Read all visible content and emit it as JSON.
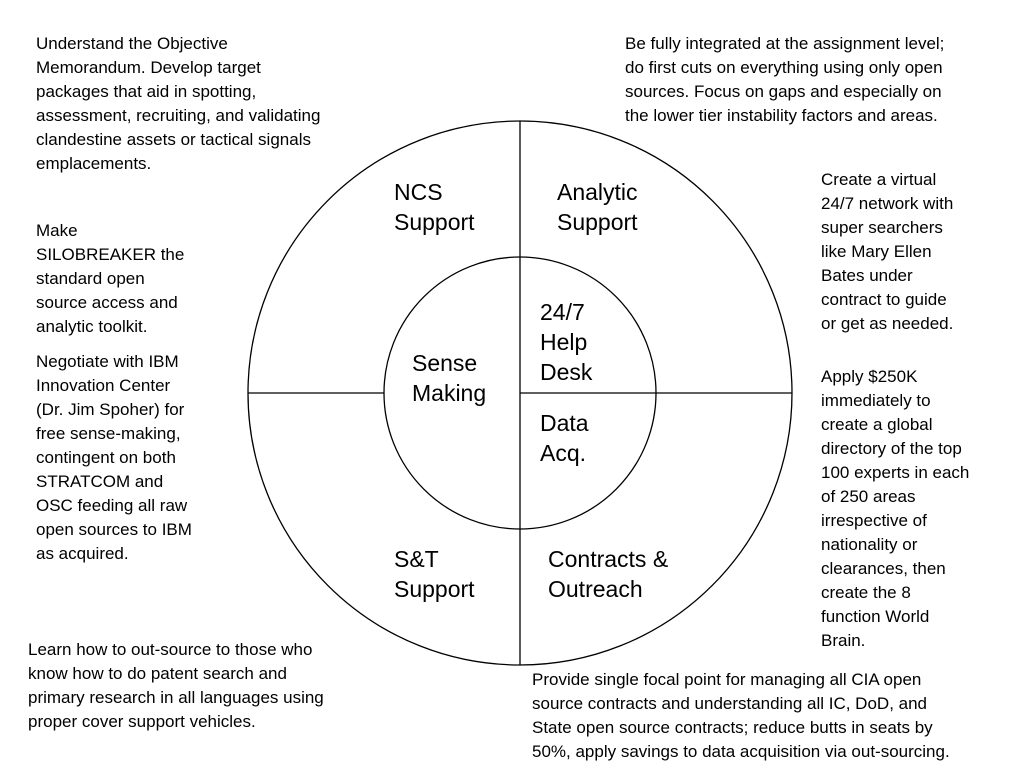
{
  "colors": {
    "background": "#ffffff",
    "text": "#000000",
    "line": "#000000"
  },
  "segments": {
    "ncs_support": "NCS\nSupport",
    "analytic_support": "Analytic\nSupport",
    "st_support": "S&T\nSupport",
    "contracts_outreach": "Contracts &\nOutreach",
    "sense_making": "Sense\nMaking",
    "help_desk": "24/7\nHelp\nDesk",
    "data_acq": "Data\nAcq."
  },
  "notes": {
    "top_left": "Understand the Objective\nMemorandum.  Develop target\npackages that aid in spotting,\nassessment, recruiting, and validating\nclandestine assets or tactical signals\nemplacements.",
    "top_right": "Be fully integrated at the assignment level;\ndo first cuts on everything using only open\nsources.  Focus on gaps and especially on\nthe lower tier instability factors and areas.",
    "left_silobreaker": "Make\nSILOBREAKER the\nstandard open\nsource access and\nanalytic toolkit.",
    "left_ibm": "Negotiate with IBM\nInnovation Center\n(Dr. Jim Spoher) for\nfree sense-making,\ncontingent on both\nSTRATCOM and\nOSC feeding all raw\nopen sources to IBM\nas acquired.",
    "right_network": "Create a virtual\n24/7 network with\nsuper searchers\nlike Mary Ellen\nBates under\ncontract to guide\nor get as needed.",
    "right_directory": "Apply $250K\nimmediately to\ncreate a global\ndirectory of the top\n100 experts in each\nof 250 areas\nirrespective of\nnationality or\nclearances, then\ncreate the 8\nfunction World\nBrain.",
    "bottom_left": "Learn how to out-source to those who\nknow how to do patent search and\nprimary research in all languages using\nproper cover support vehicles.",
    "bottom_right": "Provide single focal point for managing all CIA open\nsource contracts and understanding all IC, DoD, and\nState open source contracts; reduce butts in seats by\n50%, apply savings to data acquisition via out-sourcing."
  }
}
